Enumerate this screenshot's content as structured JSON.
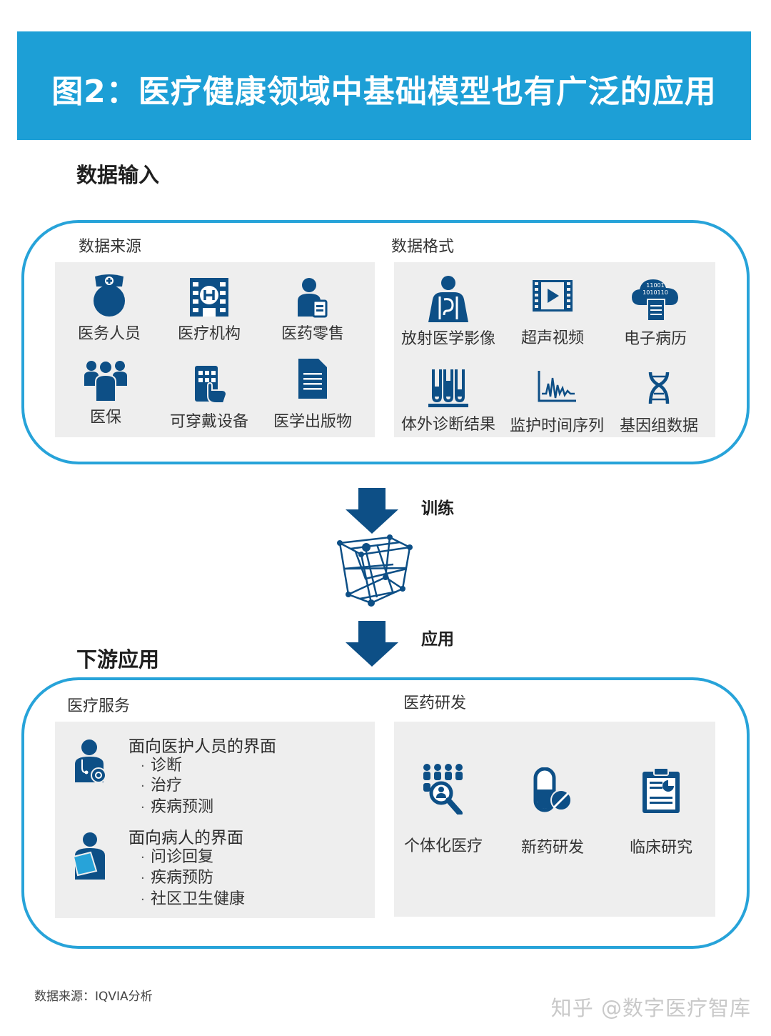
{
  "header": {
    "title": "图2：医疗健康领域中基础模型也有广泛的应用"
  },
  "input": {
    "heading": "数据输入",
    "sources_label": "数据来源",
    "formats_label": "数据格式",
    "sources": [
      {
        "label": "医务人员",
        "icon": "nurse-icon"
      },
      {
        "label": "医疗机构",
        "icon": "hospital-icon"
      },
      {
        "label": "医药零售",
        "icon": "pharmacist-icon"
      },
      {
        "label": "医保",
        "icon": "group-icon"
      },
      {
        "label": "可穿戴设备",
        "icon": "wearable-icon"
      },
      {
        "label": "医学出版物",
        "icon": "document-icon"
      }
    ],
    "formats": [
      {
        "label": "放射医学影像",
        "icon": "radiology-icon"
      },
      {
        "label": "超声视频",
        "icon": "video-icon"
      },
      {
        "label": "电子病历",
        "icon": "ehr-cloud-icon",
        "cloud_text_1": "11001",
        "cloud_text_2": "1010110"
      },
      {
        "label": "体外诊断结果",
        "icon": "test-tubes-icon"
      },
      {
        "label": "监护时间序列",
        "icon": "waveform-icon"
      },
      {
        "label": "基因组数据",
        "icon": "dna-icon"
      }
    ]
  },
  "steps": {
    "train": "训练",
    "apply": "应用"
  },
  "output": {
    "heading": "下游应用",
    "services_label": "医疗服务",
    "rnd_label": "医药研发",
    "clinician": {
      "title": "面向医护人员的界面",
      "bullets": [
        "诊断",
        "治疗",
        "疾病预测"
      ]
    },
    "patient": {
      "title": "面向病人的界面",
      "bullets": [
        "问诊回复",
        "疾病预防",
        "社区卫生健康"
      ]
    },
    "rnd": [
      {
        "label": "个体化医疗",
        "icon": "personalized-icon"
      },
      {
        "label": "新药研发",
        "icon": "pill-icon"
      },
      {
        "label": "临床研究",
        "icon": "clipboard-icon"
      }
    ]
  },
  "footer": {
    "source": "数据来源：IQVIA分析",
    "watermark": "知乎 @数字医疗智库"
  },
  "colors": {
    "header": "#1d9fd6",
    "border": "#27a3d9",
    "icon": "#0d4f86",
    "box": "#eeeeee"
  }
}
